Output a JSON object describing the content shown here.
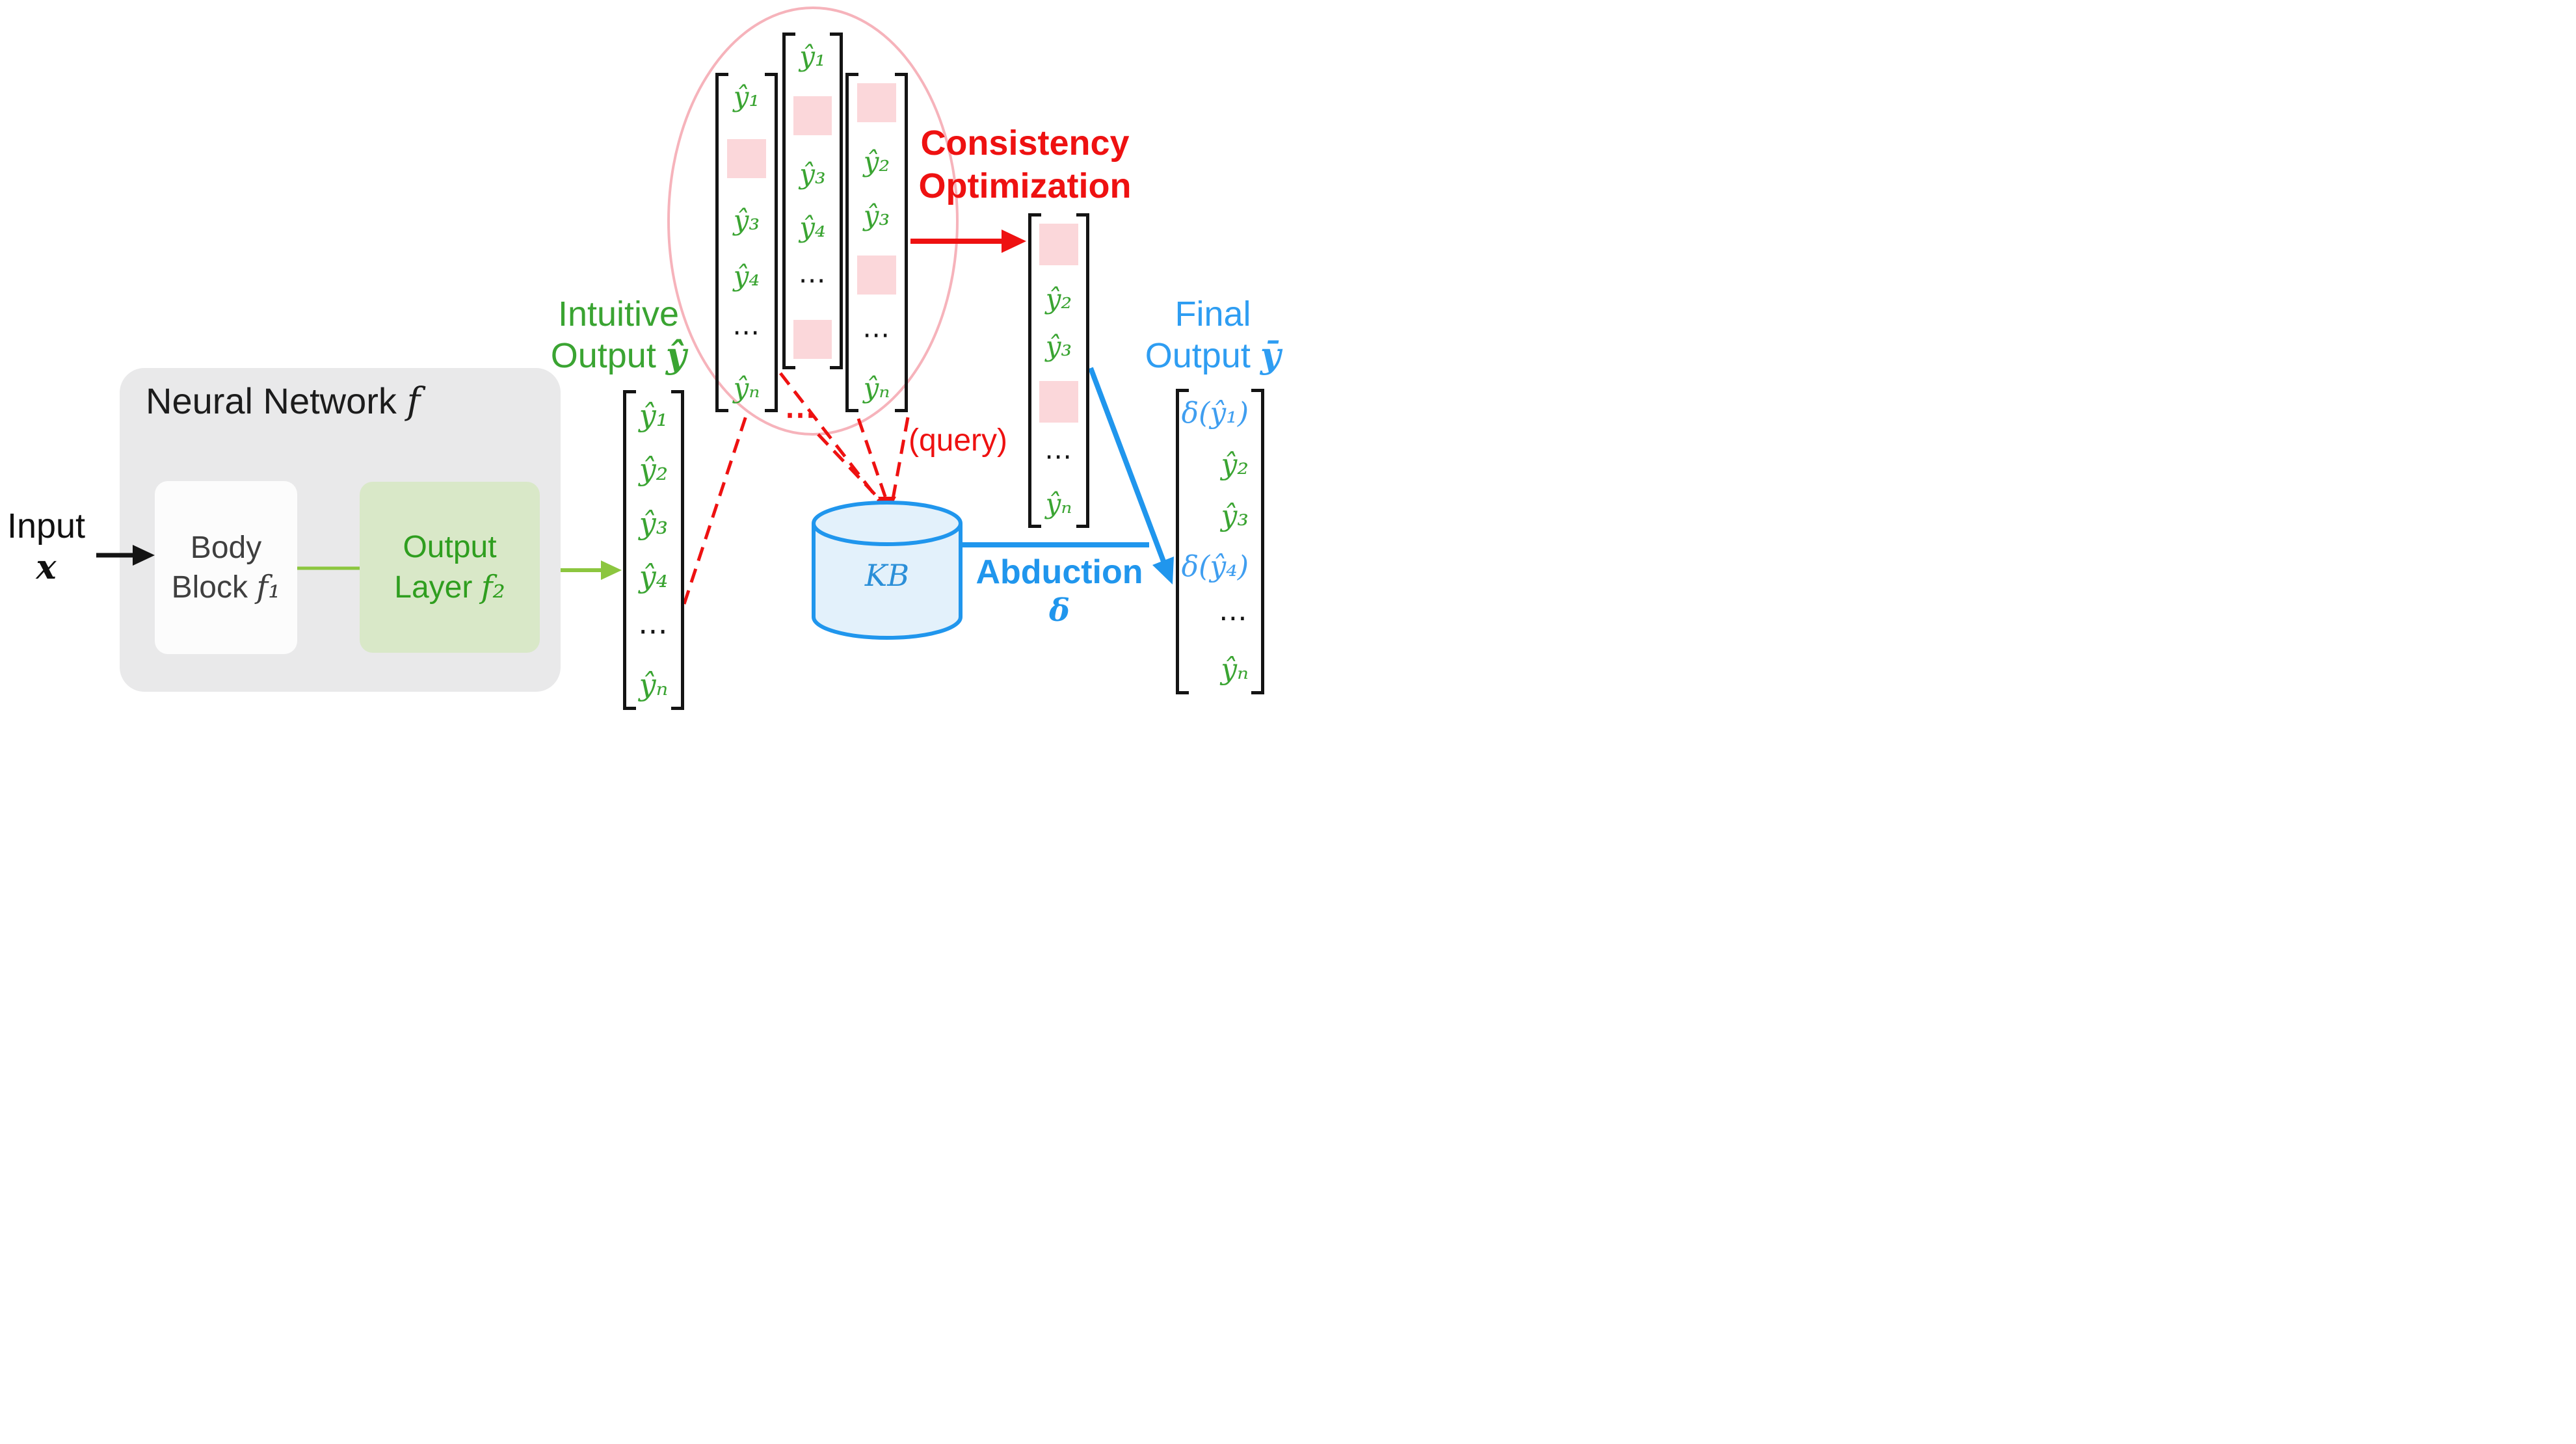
{
  "figure_type": "neural-symbolic abductive learning pipeline diagram",
  "input": {
    "label": "Input",
    "symbol": "x"
  },
  "neural_network": {
    "title": "Neural Network",
    "title_symbol": "f",
    "body_block": {
      "line1": "Body",
      "line2": "Block",
      "symbol": "f₁"
    },
    "output_layer": {
      "line1": "Output",
      "line2": "Layer",
      "symbol": "f₂"
    }
  },
  "intuitive_output": {
    "label_line1": "Intuitive",
    "label_line2": "Output",
    "symbol": "ŷ",
    "entries": [
      "ŷ₁",
      "ŷ₂",
      "ŷ₃",
      "ŷ₄",
      "⋯",
      "ŷₙ"
    ]
  },
  "candidates": {
    "description": "masked candidate vectors inside pink ellipse",
    "vectors": [
      {
        "entries": [
          "ŷ₁",
          "",
          "ŷ₃",
          "ŷ₄",
          "⋯",
          "ŷₙ"
        ],
        "masked_positions": [
          1
        ]
      },
      {
        "entries": [
          "ŷ₁",
          "",
          "ŷ₃",
          "ŷ₄",
          "⋯",
          ""
        ],
        "masked_positions": [
          1,
          5
        ]
      },
      {
        "entries": [
          "",
          "ŷ₂",
          "ŷ₃",
          "",
          "⋯",
          "ŷₙ"
        ],
        "masked_positions": [
          0,
          3
        ]
      }
    ],
    "more_indicator": "⋯"
  },
  "consistency_optimization": {
    "line1": "Consistency",
    "line2": "Optimization"
  },
  "optimized_output": {
    "entries": [
      "",
      "ŷ₂",
      "ŷ₃",
      "",
      "⋯",
      "ŷₙ"
    ],
    "masked_positions": [
      0,
      3
    ]
  },
  "knowledge_base": {
    "symbol": "KB",
    "query_label": "(query)"
  },
  "abduction": {
    "label": "Abduction",
    "symbol": "δ"
  },
  "final_output": {
    "label_line1": "Final",
    "label_line2": "Output",
    "symbol": "ȳ",
    "entries": [
      "δ(ŷ₁)",
      "ŷ₂",
      "ŷ₃",
      "δ(ŷ₄)",
      "⋯",
      "ŷₙ"
    ]
  },
  "colors": {
    "green_text": "#3aa432",
    "green_arrow": "#8cc63f",
    "green_box_fill": "#d9e8c8",
    "green_box_text": "#2f9e1f",
    "red": "#ee1111",
    "pink_ellipse": "#f6b3bb",
    "pink_mask_fill": "#fbd7da",
    "blue": "#2096ed",
    "blue_light_text": "#3f9ef0",
    "kb_fill": "#e3f1fb",
    "gray_box_fill": "#e9e9ea",
    "white_box_fill": "#fcfcfc",
    "black": "#141414"
  }
}
